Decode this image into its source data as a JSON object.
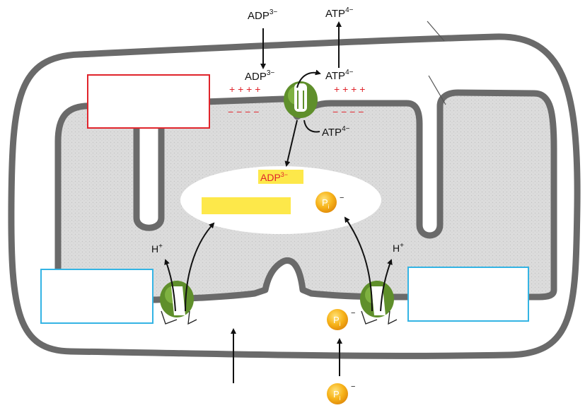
{
  "labels": {
    "adp_top": {
      "base": "ADP",
      "sup": "3−"
    },
    "atp_top": {
      "base": "ATP",
      "sup": "4−"
    },
    "adp_membrane": {
      "base": "ADP",
      "sup": "3−"
    },
    "atp_membrane": {
      "base": "ATP",
      "sup": "4−"
    },
    "atp_lower": {
      "base": "ATP",
      "sup": "4−"
    },
    "adp_matrix": {
      "base": "ADP",
      "sup": "3−"
    },
    "h_left": {
      "base": "H",
      "sup": "+"
    },
    "h_right": {
      "base": "H",
      "sup": "+"
    },
    "pi_matrix": {
      "base": "P",
      "sub": "i",
      "sup": "−"
    },
    "pi_membrane": {
      "base": "P",
      "sub": "i",
      "sup": "−"
    },
    "pi_outside": {
      "base": "P",
      "sub": "i",
      "sup": "−"
    },
    "plus_left": "+ + + +",
    "plus_right": "+ + + +",
    "minus_left": "− − − −",
    "minus_right": "− − − −"
  },
  "answer_boxes": [
    {
      "id": "box-top-left",
      "value": "",
      "border_color": "#e0242b"
    },
    {
      "id": "box-bottom-left",
      "value": "",
      "border_color": "#34b4e4"
    },
    {
      "id": "box-bottom-right",
      "value": "",
      "border_color": "#34b4e4"
    },
    {
      "id": "box-matrix-yellow",
      "value": "",
      "fill_color": "#fde84a"
    }
  ],
  "colors": {
    "membrane": "#6a6a6a",
    "intermembrane": "#ffffff",
    "matrix": "#d9d9d9",
    "matrix_core": "#ffffff",
    "transporter": "#5f8f2b",
    "charge_sign": "#e0242b",
    "ion_ball": "#f7b41a",
    "highlight": "#fde84a"
  }
}
